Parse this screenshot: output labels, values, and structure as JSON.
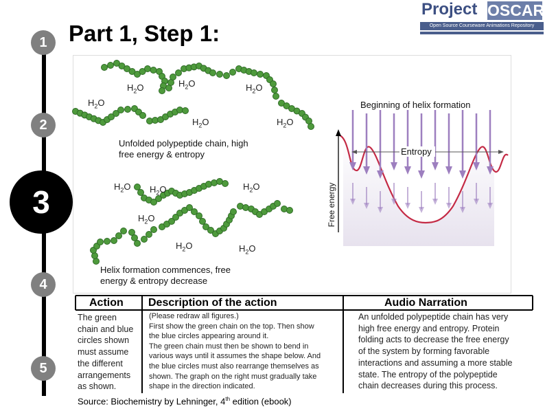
{
  "header": {
    "title": "Part 1, Step 1:",
    "logo_left": "Project",
    "logo_right": "OSCAR",
    "logo_subtitle": "Open Source Courseware Animations Repository"
  },
  "steps": [
    {
      "label": "1",
      "state": "inactive"
    },
    {
      "label": "2",
      "state": "inactive"
    },
    {
      "label": "3",
      "state": "active"
    },
    {
      "label": "4",
      "state": "inactive"
    },
    {
      "label": "5",
      "state": "inactive"
    }
  ],
  "figure": {
    "water": "H2O",
    "unfolded_caption_1": "Unfolded polypeptide chain, high",
    "unfolded_caption_2": "free energy & entropy",
    "helix_caption_1": "Helix formation commences, free",
    "helix_caption_2": "energy & entropy decrease",
    "graph_title": "Beginning of helix formation",
    "graph_entropy": "Entropy",
    "graph_yaxis": "Free energy"
  },
  "table": {
    "col_action": "Action",
    "col_description": "Description of the action",
    "col_audio": "Audio Narration",
    "action_lines": [
      "The green",
      "chain and blue",
      "circles shown",
      "must assume",
      "the different",
      "arrangements",
      "as shown."
    ],
    "description_lines": [
      "(Please  redraw all figures.)",
      "First show the green chain on the top. Then show",
      "the blue circles appearing around it.",
      "The green chain must then be shown to bend in",
      "various ways until it assumes the shape below. And",
      "the blue circles must also rearrange themselves as",
      "shown. The graph on the right must gradually take",
      "shape in the direction indicated."
    ],
    "audio_lines": [
      "An unfolded polypeptide chain has very",
      "high free energy and entropy. Protein",
      "folding acts to decrease the free energy",
      "of the system by forming favorable",
      "interactions and assuming a more stable",
      "state. The entropy of the polypeptide",
      "chain decreases during this process."
    ]
  },
  "source": {
    "prefix": "Source: Biochemistry by Lehninger, 4",
    "sup": "th",
    "suffix": " edition (ebook)"
  },
  "colors": {
    "chain_green": "#4e9a3c",
    "chain_dark": "#2f6b26",
    "arrow_purple": "#9d7fbf",
    "curve_red": "#c42a45",
    "step_grey": "#808080"
  }
}
